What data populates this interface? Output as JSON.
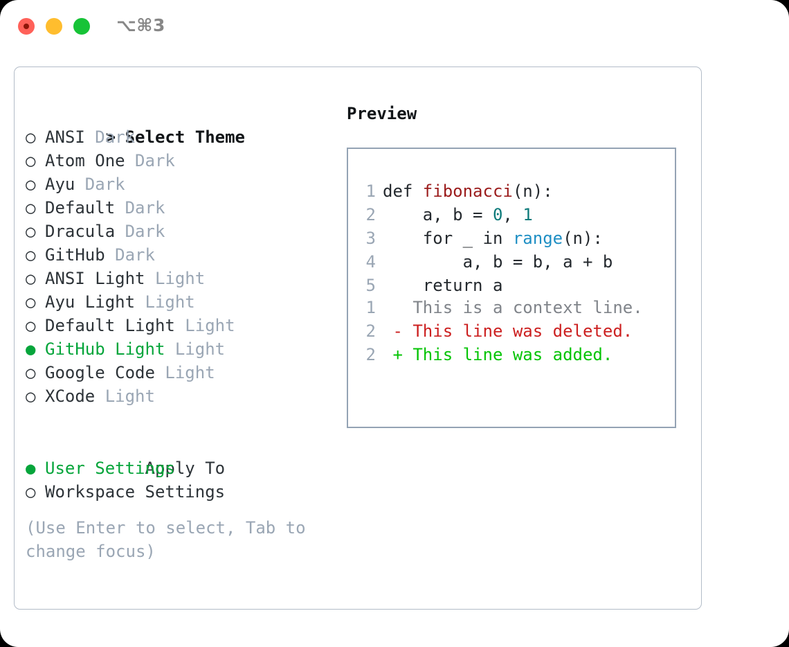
{
  "titlebar": {
    "shortcut": "⌥⌘3",
    "buttons": {
      "close": "close-button",
      "minimize": "minimize-button",
      "maximize": "maximize-button"
    }
  },
  "theme_picker": {
    "heading": "Select Theme",
    "heading_marker": ">",
    "marker_selected": "●",
    "marker_unselected": "○",
    "items": [
      {
        "name": "ANSI",
        "category": "Dark",
        "selected": false
      },
      {
        "name": "Atom One",
        "category": "Dark",
        "selected": false
      },
      {
        "name": "Ayu",
        "category": "Dark",
        "selected": false
      },
      {
        "name": "Default",
        "category": "Dark",
        "selected": false
      },
      {
        "name": "Dracula",
        "category": "Dark",
        "selected": false
      },
      {
        "name": "GitHub",
        "category": "Dark",
        "selected": false
      },
      {
        "name": "ANSI Light",
        "category": "Light",
        "selected": false
      },
      {
        "name": "Ayu Light",
        "category": "Light",
        "selected": false
      },
      {
        "name": "Default Light",
        "category": "Light",
        "selected": false
      },
      {
        "name": "GitHub Light",
        "category": "Light",
        "selected": true
      },
      {
        "name": "Google Code",
        "category": "Light",
        "selected": false
      },
      {
        "name": "XCode",
        "category": "Light",
        "selected": false
      }
    ]
  },
  "apply_to": {
    "heading": "Apply To",
    "items": [
      {
        "name": "User Settings",
        "selected": true
      },
      {
        "name": "Workspace Settings",
        "selected": false
      }
    ]
  },
  "hint": "(Use Enter to select, Tab to change focus)",
  "preview": {
    "title": "Preview",
    "code_lines": [
      {
        "num": "1",
        "tokens": [
          {
            "t": "def ",
            "k": "plain"
          },
          {
            "t": "fibonacci",
            "k": "fn"
          },
          {
            "t": "(n):",
            "k": "plain"
          }
        ]
      },
      {
        "num": "2",
        "tokens": [
          {
            "t": "    a, b = ",
            "k": "plain"
          },
          {
            "t": "0",
            "k": "num"
          },
          {
            "t": ", ",
            "k": "plain"
          },
          {
            "t": "1",
            "k": "num"
          }
        ]
      },
      {
        "num": "3",
        "tokens": [
          {
            "t": "    for _ in ",
            "k": "plain"
          },
          {
            "t": "range",
            "k": "bi"
          },
          {
            "t": "(n):",
            "k": "plain"
          }
        ]
      },
      {
        "num": "4",
        "tokens": [
          {
            "t": "        a, b = b, a + b",
            "k": "plain"
          }
        ]
      },
      {
        "num": "5",
        "tokens": [
          {
            "t": "    return a",
            "k": "plain"
          }
        ]
      }
    ],
    "diff_lines": [
      {
        "num": "1",
        "sign": " ",
        "text": "This is a context line.",
        "kind": "context"
      },
      {
        "num": "2",
        "sign": "-",
        "text": "This line was deleted.",
        "kind": "deleted"
      },
      {
        "num": "2",
        "sign": "+",
        "text": "This line was added.",
        "kind": "added"
      }
    ]
  },
  "colors": {
    "accent_green": "#06a53b",
    "diff_add": "#05c405",
    "diff_del": "#cc2020",
    "muted": "#9aa6b4",
    "code_fn": "#9b1c1c",
    "code_num": "#0d7a7a",
    "code_builtin": "#1f8fc4",
    "border": "#b3bcc8",
    "preview_border": "#94a3b4"
  }
}
